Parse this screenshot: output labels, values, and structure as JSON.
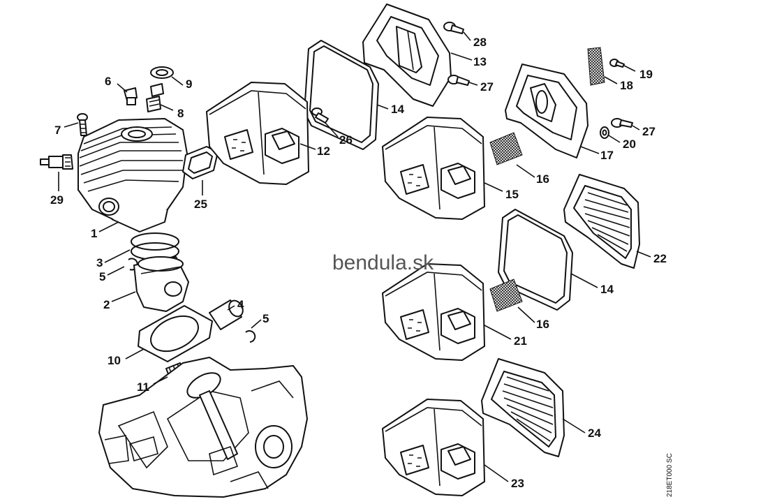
{
  "callouts": [
    {
      "id": "c1",
      "label": "1"
    },
    {
      "id": "c2",
      "label": "2"
    },
    {
      "id": "c3",
      "label": "3"
    },
    {
      "id": "c4",
      "label": "4"
    },
    {
      "id": "c5a",
      "label": "5"
    },
    {
      "id": "c5b",
      "label": "5"
    },
    {
      "id": "c6",
      "label": "6"
    },
    {
      "id": "c7",
      "label": "7"
    },
    {
      "id": "c8",
      "label": "8"
    },
    {
      "id": "c9",
      "label": "9"
    },
    {
      "id": "c10",
      "label": "10"
    },
    {
      "id": "c11",
      "label": "11"
    },
    {
      "id": "c12",
      "label": "12"
    },
    {
      "id": "c13",
      "label": "13"
    },
    {
      "id": "c14a",
      "label": "14"
    },
    {
      "id": "c14b",
      "label": "14"
    },
    {
      "id": "c15",
      "label": "15"
    },
    {
      "id": "c16a",
      "label": "16"
    },
    {
      "id": "c16b",
      "label": "16"
    },
    {
      "id": "c17",
      "label": "17"
    },
    {
      "id": "c18",
      "label": "18"
    },
    {
      "id": "c19",
      "label": "19"
    },
    {
      "id": "c20",
      "label": "20"
    },
    {
      "id": "c21",
      "label": "21"
    },
    {
      "id": "c22",
      "label": "22"
    },
    {
      "id": "c23",
      "label": "23"
    },
    {
      "id": "c24",
      "label": "24"
    },
    {
      "id": "c25",
      "label": "25"
    },
    {
      "id": "c26",
      "label": "26"
    },
    {
      "id": "c27a",
      "label": "27"
    },
    {
      "id": "c27b",
      "label": "27"
    },
    {
      "id": "c28",
      "label": "28"
    },
    {
      "id": "c29",
      "label": "29"
    }
  ],
  "watermark": "bendula.sk",
  "drawing_code": "218ET000 SC",
  "colors": {
    "line": "#111111",
    "watermark": "#555555",
    "background": "#ffffff"
  }
}
